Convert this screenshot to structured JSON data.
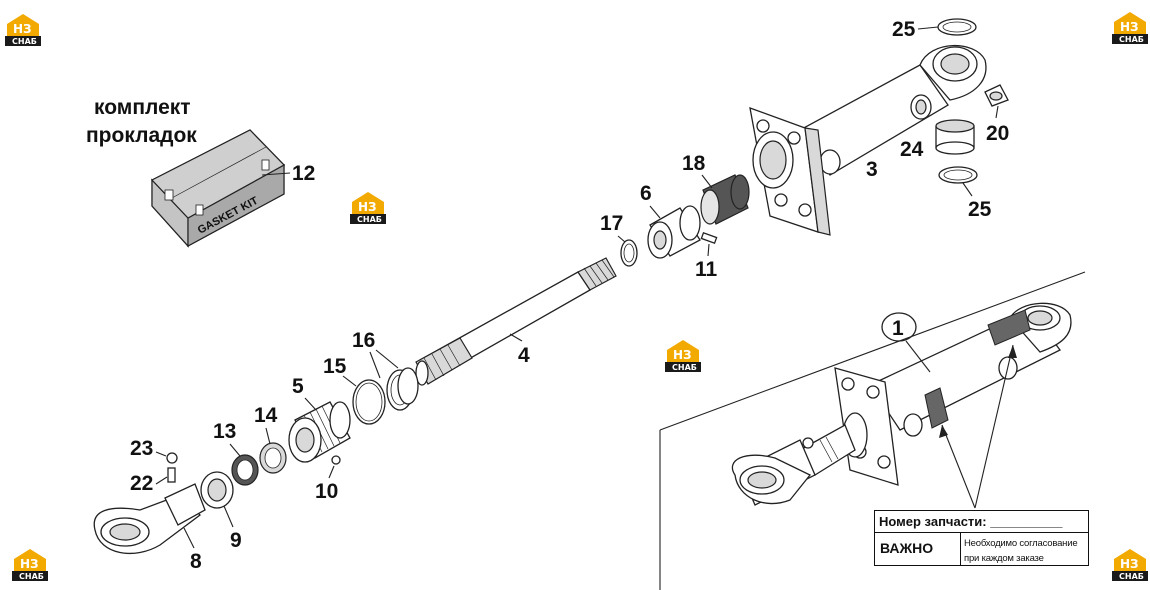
{
  "kit": {
    "title_line1": "комплект",
    "title_line2": "прокладок",
    "box_label": "GASKET KIT"
  },
  "callouts": {
    "c1": "1",
    "c3": "3",
    "c4": "4",
    "c5": "5",
    "c6": "6",
    "c8": "8",
    "c9": "9",
    "c10": "10",
    "c11": "11",
    "c12": "12",
    "c13": "13",
    "c14": "14",
    "c15": "15",
    "c16": "16",
    "c17": "17",
    "c18": "18",
    "c20": "20",
    "c22": "22",
    "c23": "23",
    "c24": "24",
    "c25a": "25",
    "c25b": "25"
  },
  "note": {
    "part_number_label": "Номер запчасти: __________",
    "important": "ВАЖНО",
    "message_line1": "Необходимо согласование",
    "message_line2": "при каждом заказе"
  },
  "watermark": {
    "logo_letters": "НЗ",
    "logo_caption": "СНАБ",
    "logo_color": "#f2a900",
    "logo_dark": "#1a1a1a"
  }
}
